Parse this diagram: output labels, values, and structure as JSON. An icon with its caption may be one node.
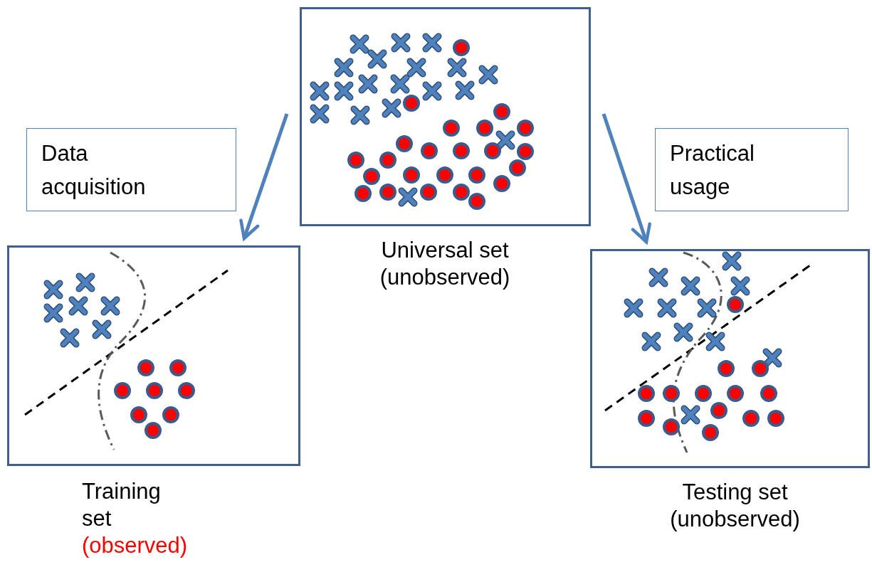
{
  "diagram": {
    "nodes": [
      {
        "text": [
          "Universal set (unobserved)"
        ]
      },
      {
        "text": [
          "Training set",
          "(observed)"
        ]
      },
      {
        "text": [
          "Testing set (unobserved)"
        ]
      },
      {
        "text": [
          "Data acquisition"
        ]
      },
      {
        "text": [
          "Practical usage"
        ]
      }
    ],
    "edges": [
      {
        "from": 0,
        "to": 1,
        "arrow": "to"
      },
      {
        "from": 0,
        "to": 2,
        "arrow": "to"
      }
    ]
  }
}
